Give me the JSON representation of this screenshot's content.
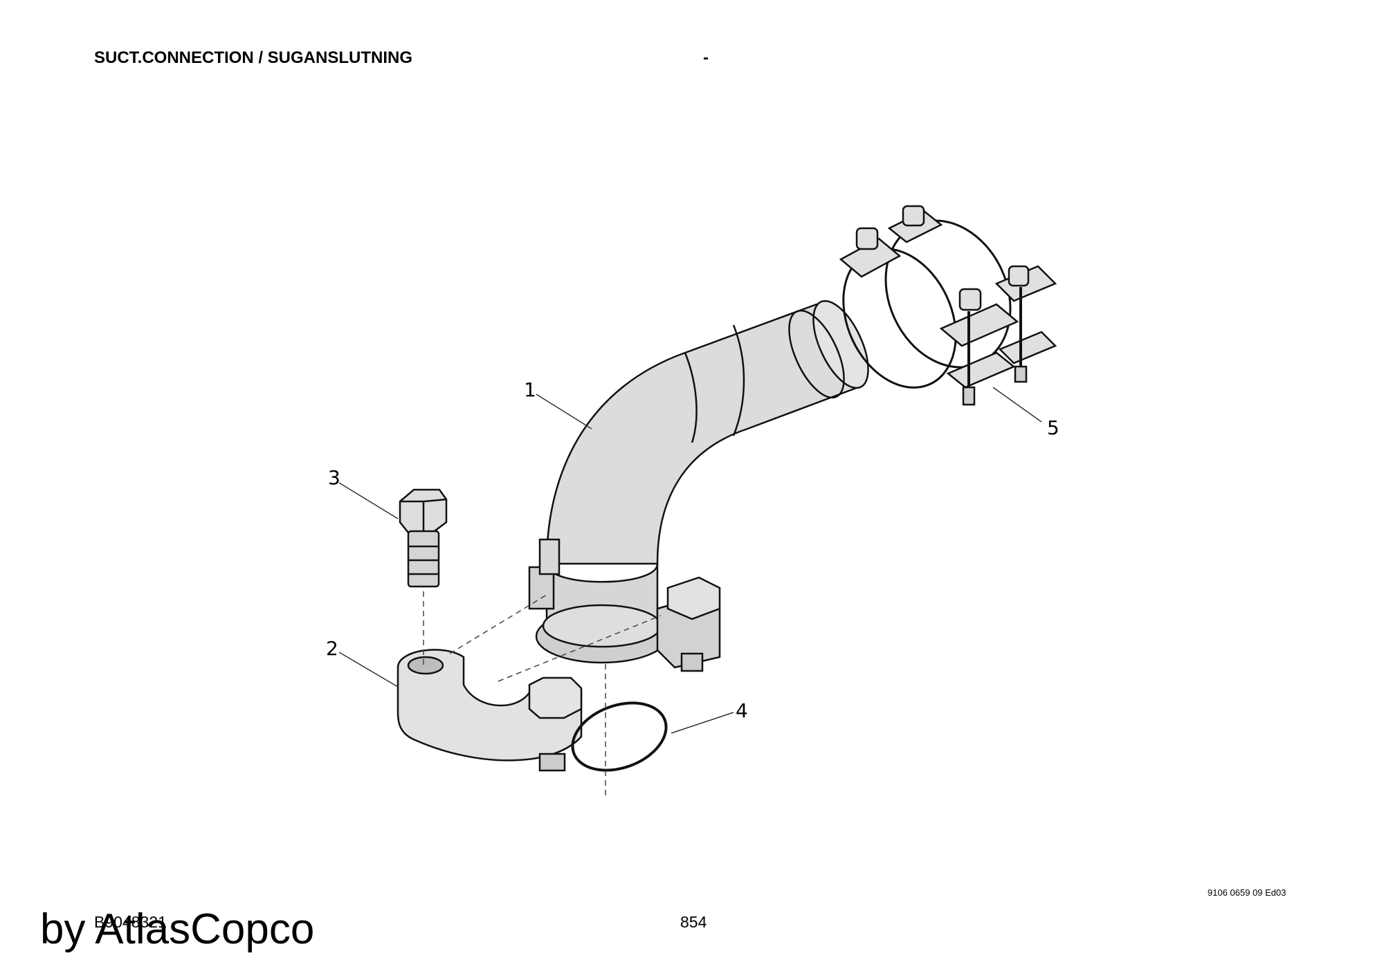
{
  "header": {
    "title": "SUCT.CONNECTION / SUGANSLUTNING",
    "dash": "-"
  },
  "diagram": {
    "callouts": [
      "1",
      "2",
      "3",
      "4",
      "5"
    ]
  },
  "footer": {
    "doc_ref": "9106 0659 09 Ed03",
    "page_number": "854",
    "image_id": "B9048321",
    "watermark": "by AtlasCopco"
  }
}
